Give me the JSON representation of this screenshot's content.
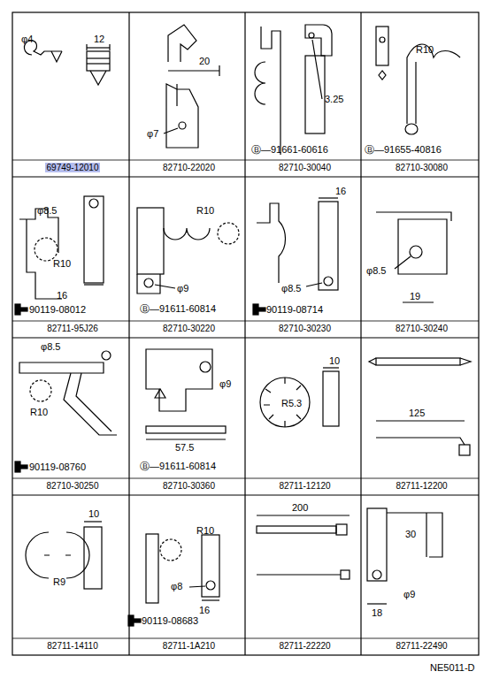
{
  "diagram": {
    "nodes": [
      {
        "text": [
          "φ4",
          "12",
          "69749-12010"
        ]
      },
      {
        "text": [
          "20",
          "φ7",
          "82710-22020"
        ]
      },
      {
        "text": [
          "3.25",
          "Ⓑ—91661-60616",
          "82710-30040"
        ]
      },
      {
        "text": [
          "R10",
          "Ⓑ—91655-40816",
          "82710-30080"
        ]
      },
      {
        "text": [
          "φ8.5",
          "R10",
          "16",
          "90119-08012",
          "82711-95J26"
        ]
      },
      {
        "text": [
          "R10",
          "φ9",
          "Ⓑ—91611-60814",
          "82710-30220"
        ]
      },
      {
        "text": [
          "16",
          "φ8.5",
          "90119-08714",
          "82710-30230"
        ]
      },
      {
        "text": [
          "φ8.5",
          "19",
          "82710-30240"
        ]
      },
      {
        "text": [
          "φ8.5",
          "R10",
          "90119-08760",
          "82710-30250"
        ]
      },
      {
        "text": [
          "φ9",
          "57.5",
          "Ⓑ—91611-60814",
          "82710-30360"
        ]
      },
      {
        "text": [
          "10",
          "R5.3",
          "82711-12120"
        ]
      },
      {
        "text": [
          "125",
          "82711-12200"
        ]
      },
      {
        "text": [
          "10",
          "R9",
          "82711-14110"
        ]
      },
      {
        "text": [
          "R10",
          "φ8",
          "16",
          "90119-08683",
          "82711-1A210"
        ]
      },
      {
        "text": [
          "200",
          "82711-22220"
        ]
      },
      {
        "text": [
          "30",
          "φ9",
          "18",
          "82711-22490"
        ]
      }
    ],
    "labels": [
      "NE5011-D"
    ]
  }
}
